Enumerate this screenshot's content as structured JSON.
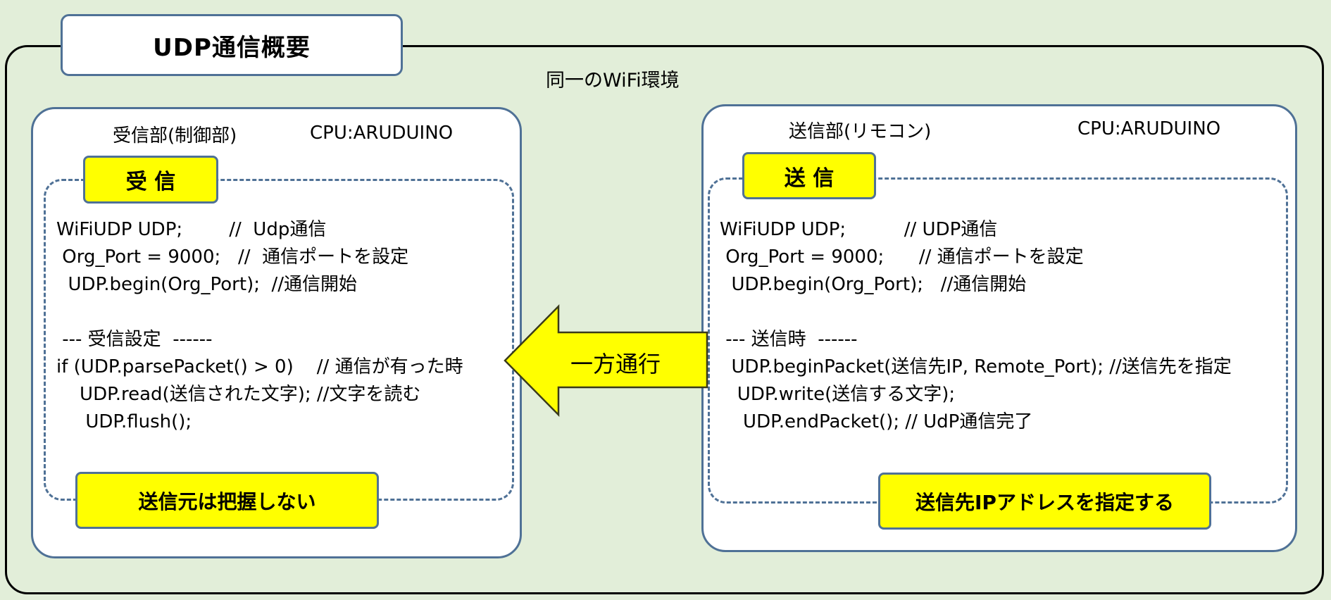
{
  "title": "UDP通信概要",
  "environment_label": "同一のWiFi環境",
  "arrow_label": "一方通行",
  "colors": {
    "background": "#e2eed9",
    "panel_border": "#4f7196",
    "highlight_fill": "#ffff00",
    "frame_border": "#000000"
  },
  "receiver": {
    "heading": "受信部(制御部)",
    "cpu": "CPU:ARUDUINO",
    "badge": "受 信",
    "code_lines": [
      "WiFiUDP UDP;        //  Udp通信",
      " Org_Port = 9000;   //  通信ポートを設定",
      "  UDP.begin(Org_Port);  //通信開始",
      "",
      " --- 受信設定  ------",
      "if (UDP.parsePacket() > 0)    // 通信が有った時",
      "    UDP.read(送信された文字); //文字を読む",
      "     UDP.flush();"
    ],
    "note": "送信元は把握しない"
  },
  "sender": {
    "heading": "送信部(リモコン)",
    "cpu": "CPU:ARUDUINO",
    "badge": "送 信",
    "code_lines": [
      "WiFiUDP UDP;          // UDP通信",
      " Org_Port = 9000;      // 通信ポートを設定",
      "  UDP.begin(Org_Port);   //通信開始",
      "",
      " --- 送信時  ------",
      "  UDP.beginPacket(送信先IP, Remote_Port); //送信先を指定",
      "   UDP.write(送信する文字);",
      "    UDP.endPacket(); // UdP通信完了"
    ],
    "note": "送信先IPアドレスを指定する"
  }
}
